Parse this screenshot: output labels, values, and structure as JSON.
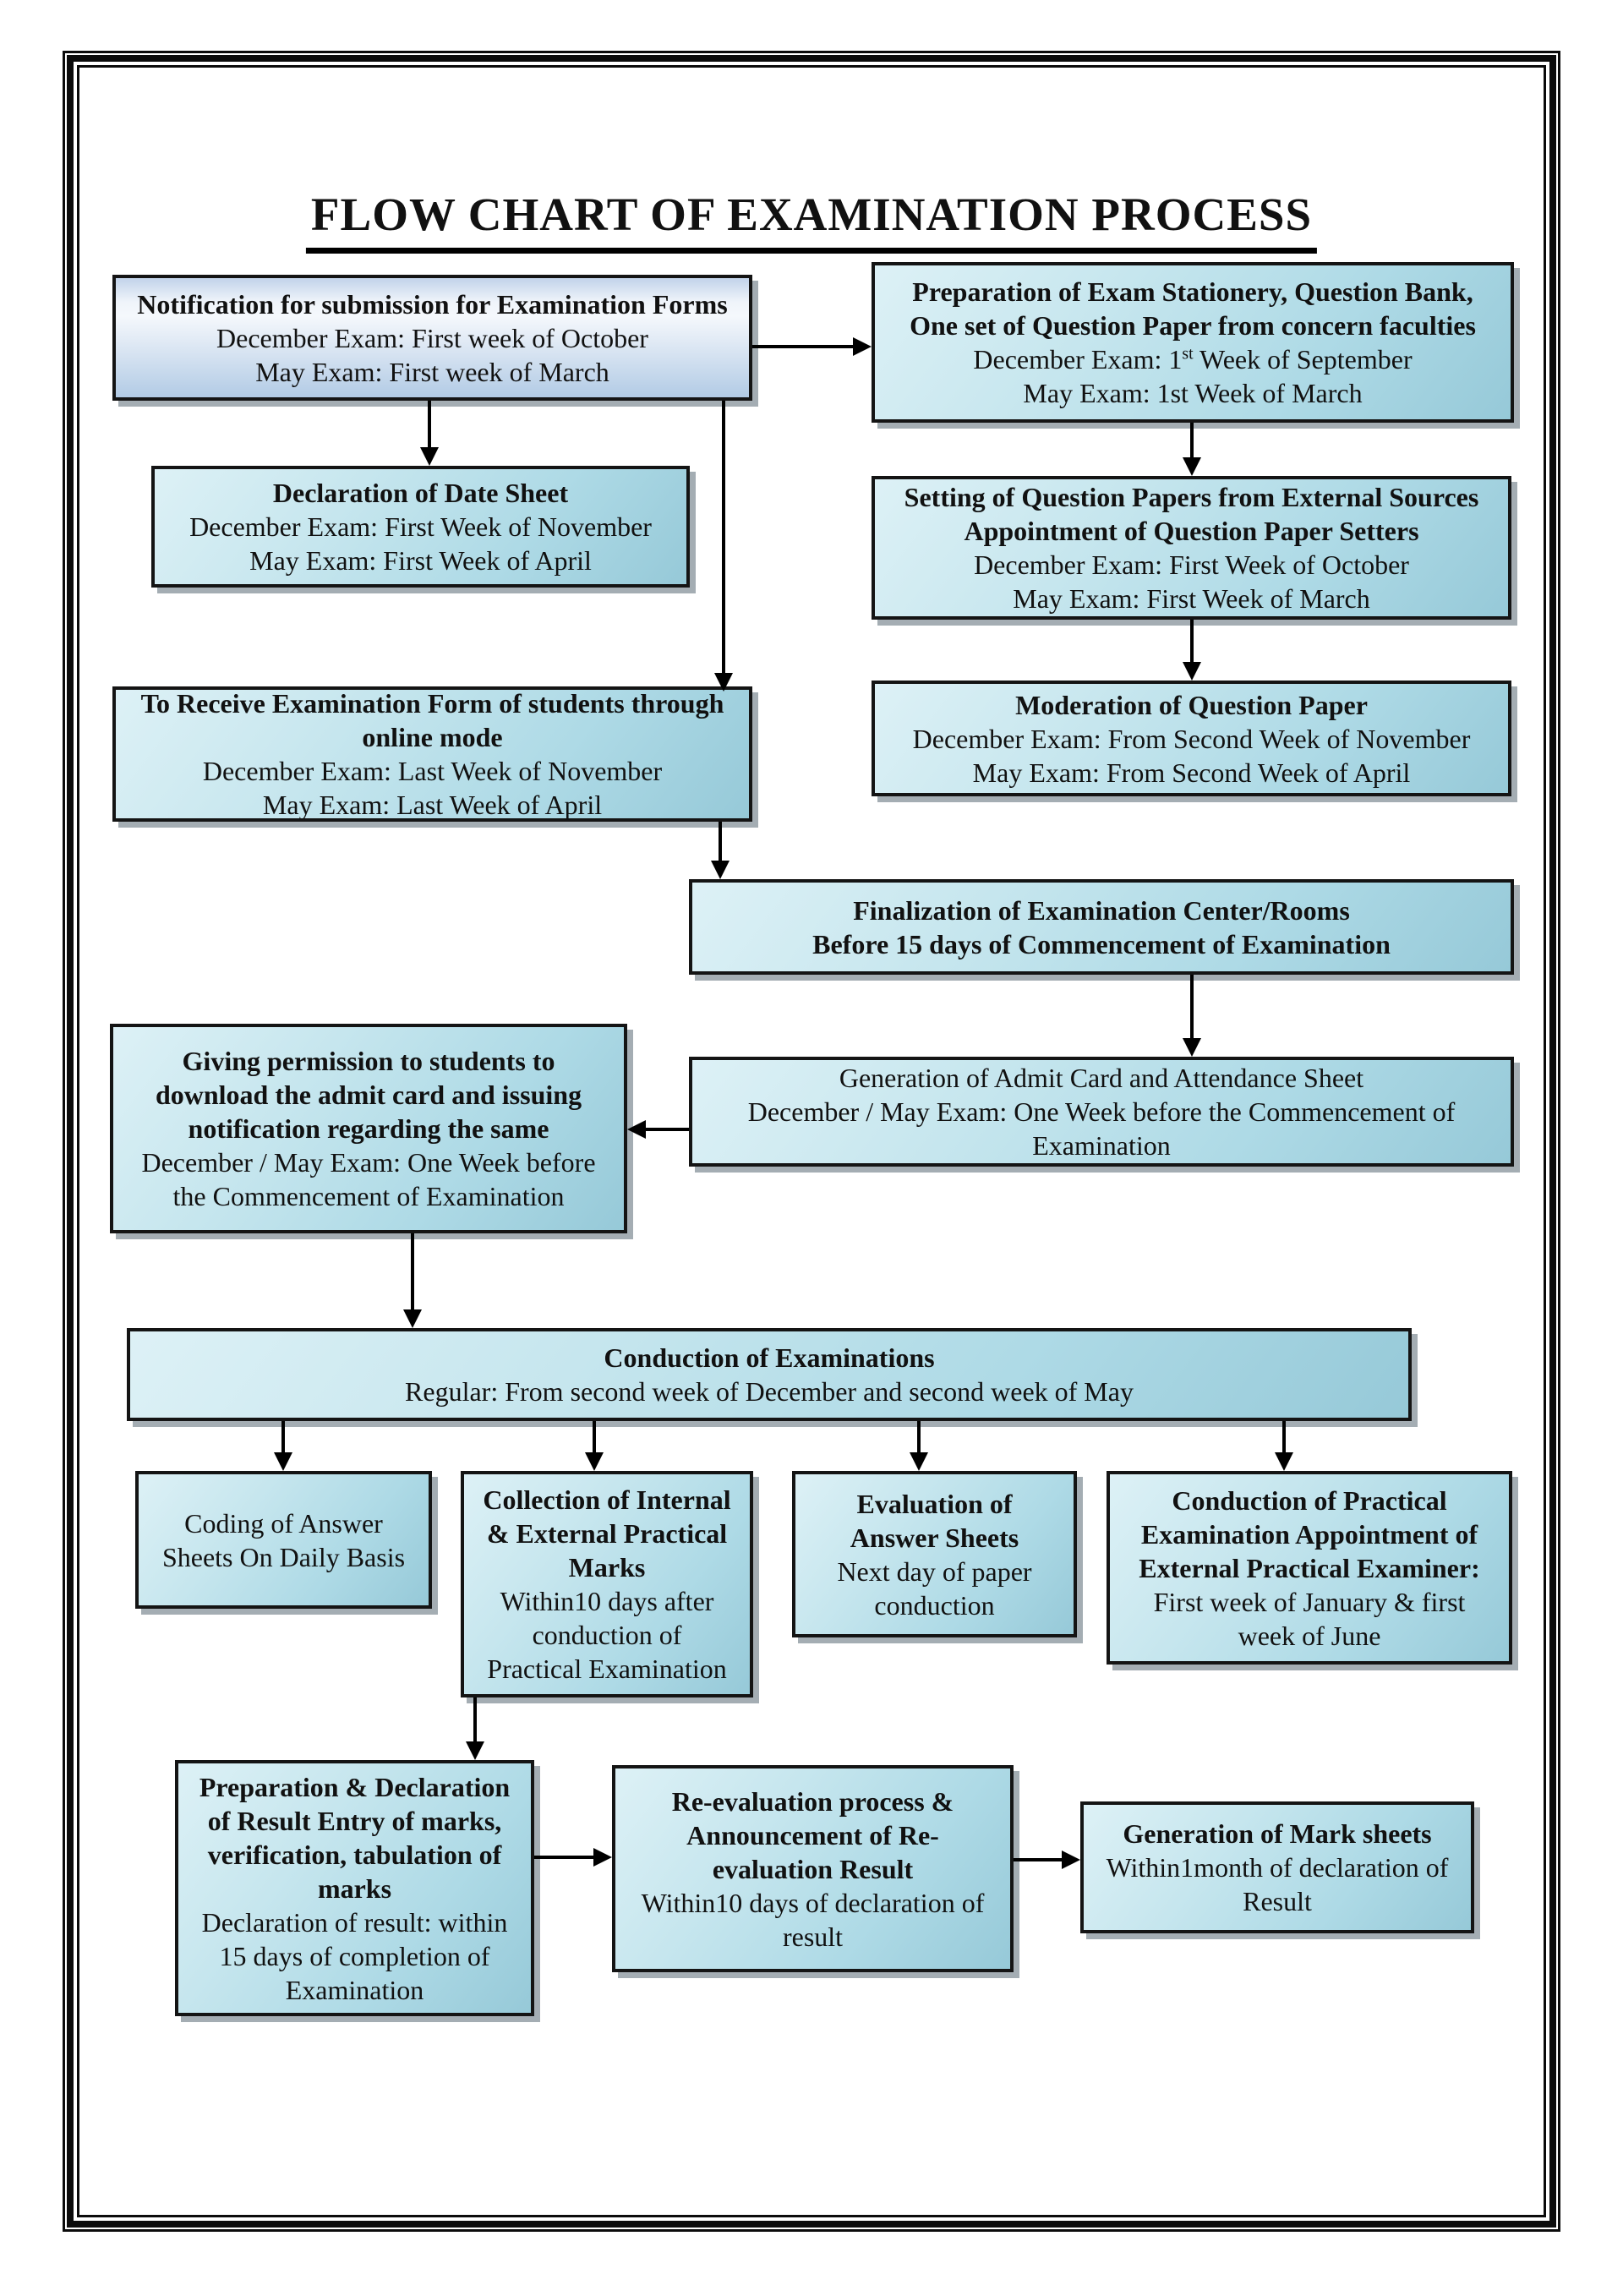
{
  "palette": {
    "box_border": "#141414",
    "box_shadow": "#a4adb3",
    "arrow": "#000000",
    "frame": "#0b0b0b",
    "gradient_cyan_light": "#ddf1f6",
    "gradient_cyan_dark": "#96c9d8",
    "gradient_blue_light": "#f5f8fc",
    "gradient_blue_dark": "#b2cbe5",
    "text": "#111111",
    "background": "#ffffff"
  },
  "title": "FLOW CHART OF EXAMINATION PROCESS",
  "boxes": {
    "notification": {
      "title_lines": [
        "Notification for submission for Examination Forms"
      ],
      "detail_lines": [
        "December Exam: First week of October",
        "May Exam: First week of March"
      ]
    },
    "preparation": {
      "title_lines": [
        "Preparation of Exam Stationery, Question Bank,",
        "One set of Question Paper from concern faculties"
      ],
      "detail1": {
        "prefix": "December Exam: 1",
        "sup": "st",
        "rest": " Week of September"
      },
      "detail2": "May Exam: 1st Week of March"
    },
    "declaration": {
      "title_lines": [
        "Declaration of Date Sheet"
      ],
      "detail_lines": [
        "December Exam: First Week of November",
        "May Exam: First Week of April"
      ]
    },
    "setting": {
      "title_lines": [
        "Setting of Question Papers from External Sources",
        "Appointment of Question Paper Setters"
      ],
      "detail_lines": [
        "December Exam: First Week of October",
        "May Exam: First Week of March"
      ]
    },
    "moderation": {
      "title_lines": [
        "Moderation of Question Paper"
      ],
      "detail_lines": [
        "December Exam: From Second Week of November",
        "May Exam: From Second Week of April"
      ]
    },
    "to_receive": {
      "title_lines": [
        "To Receive Examination Form of students through",
        "online mode"
      ],
      "detail_lines": [
        "December Exam: Last Week of November",
        "May Exam: Last Week of April"
      ]
    },
    "finalization": {
      "title_lines": [
        "Finalization of Examination Center/Rooms",
        "Before 15 days of Commencement of Examination"
      ]
    },
    "giving_permission": {
      "title_lines": [
        "Giving permission to students to",
        "download the admit card and issuing",
        "notification regarding the same"
      ],
      "detail_lines": [
        "December / May Exam: One Week before",
        "the Commencement of Examination"
      ]
    },
    "admit_card": {
      "detail_lines": [
        "Generation of Admit Card and Attendance Sheet",
        "December / May Exam: One Week before the Commencement of",
        "Examination"
      ]
    },
    "conduction": {
      "title_lines": [
        "Conduction of Examinations"
      ],
      "detail_lines": [
        "Regular: From second week of December and second week of May"
      ]
    },
    "coding": {
      "detail_lines": [
        "Coding of Answer",
        "Sheets On Daily Basis"
      ]
    },
    "collection": {
      "title_lines": [
        "Collection of Internal",
        "& External Practical",
        "Marks"
      ],
      "detail_lines": [
        "Within10 days after",
        "conduction of",
        "Practical Examination"
      ]
    },
    "evaluation": {
      "title_lines": [
        "Evaluation of",
        "Answer Sheets"
      ],
      "detail_lines": [
        "Next day of paper",
        "conduction"
      ]
    },
    "practical": {
      "title_lines": [
        "Conduction of Practical",
        "Examination Appointment of",
        "External Practical Examiner:"
      ],
      "detail_lines": [
        "First week of January & first",
        "week of June"
      ]
    },
    "prep_declaration": {
      "title_lines": [
        "Preparation & Declaration",
        "of Result Entry of marks,",
        "verification, tabulation of",
        "marks"
      ],
      "detail_lines": [
        "Declaration of result: within",
        "15 days of completion of",
        "Examination"
      ]
    },
    "re_evaluation": {
      "title_lines": [
        "Re-evaluation process &",
        "Announcement of Re-",
        "evaluation Result"
      ],
      "detail_lines": [
        "Within10 days of declaration of",
        "result"
      ]
    },
    "marksheets": {
      "title_lines": [
        "Generation of Mark sheets"
      ],
      "detail_lines": [
        "Within1month of declaration of",
        "Result"
      ]
    }
  }
}
